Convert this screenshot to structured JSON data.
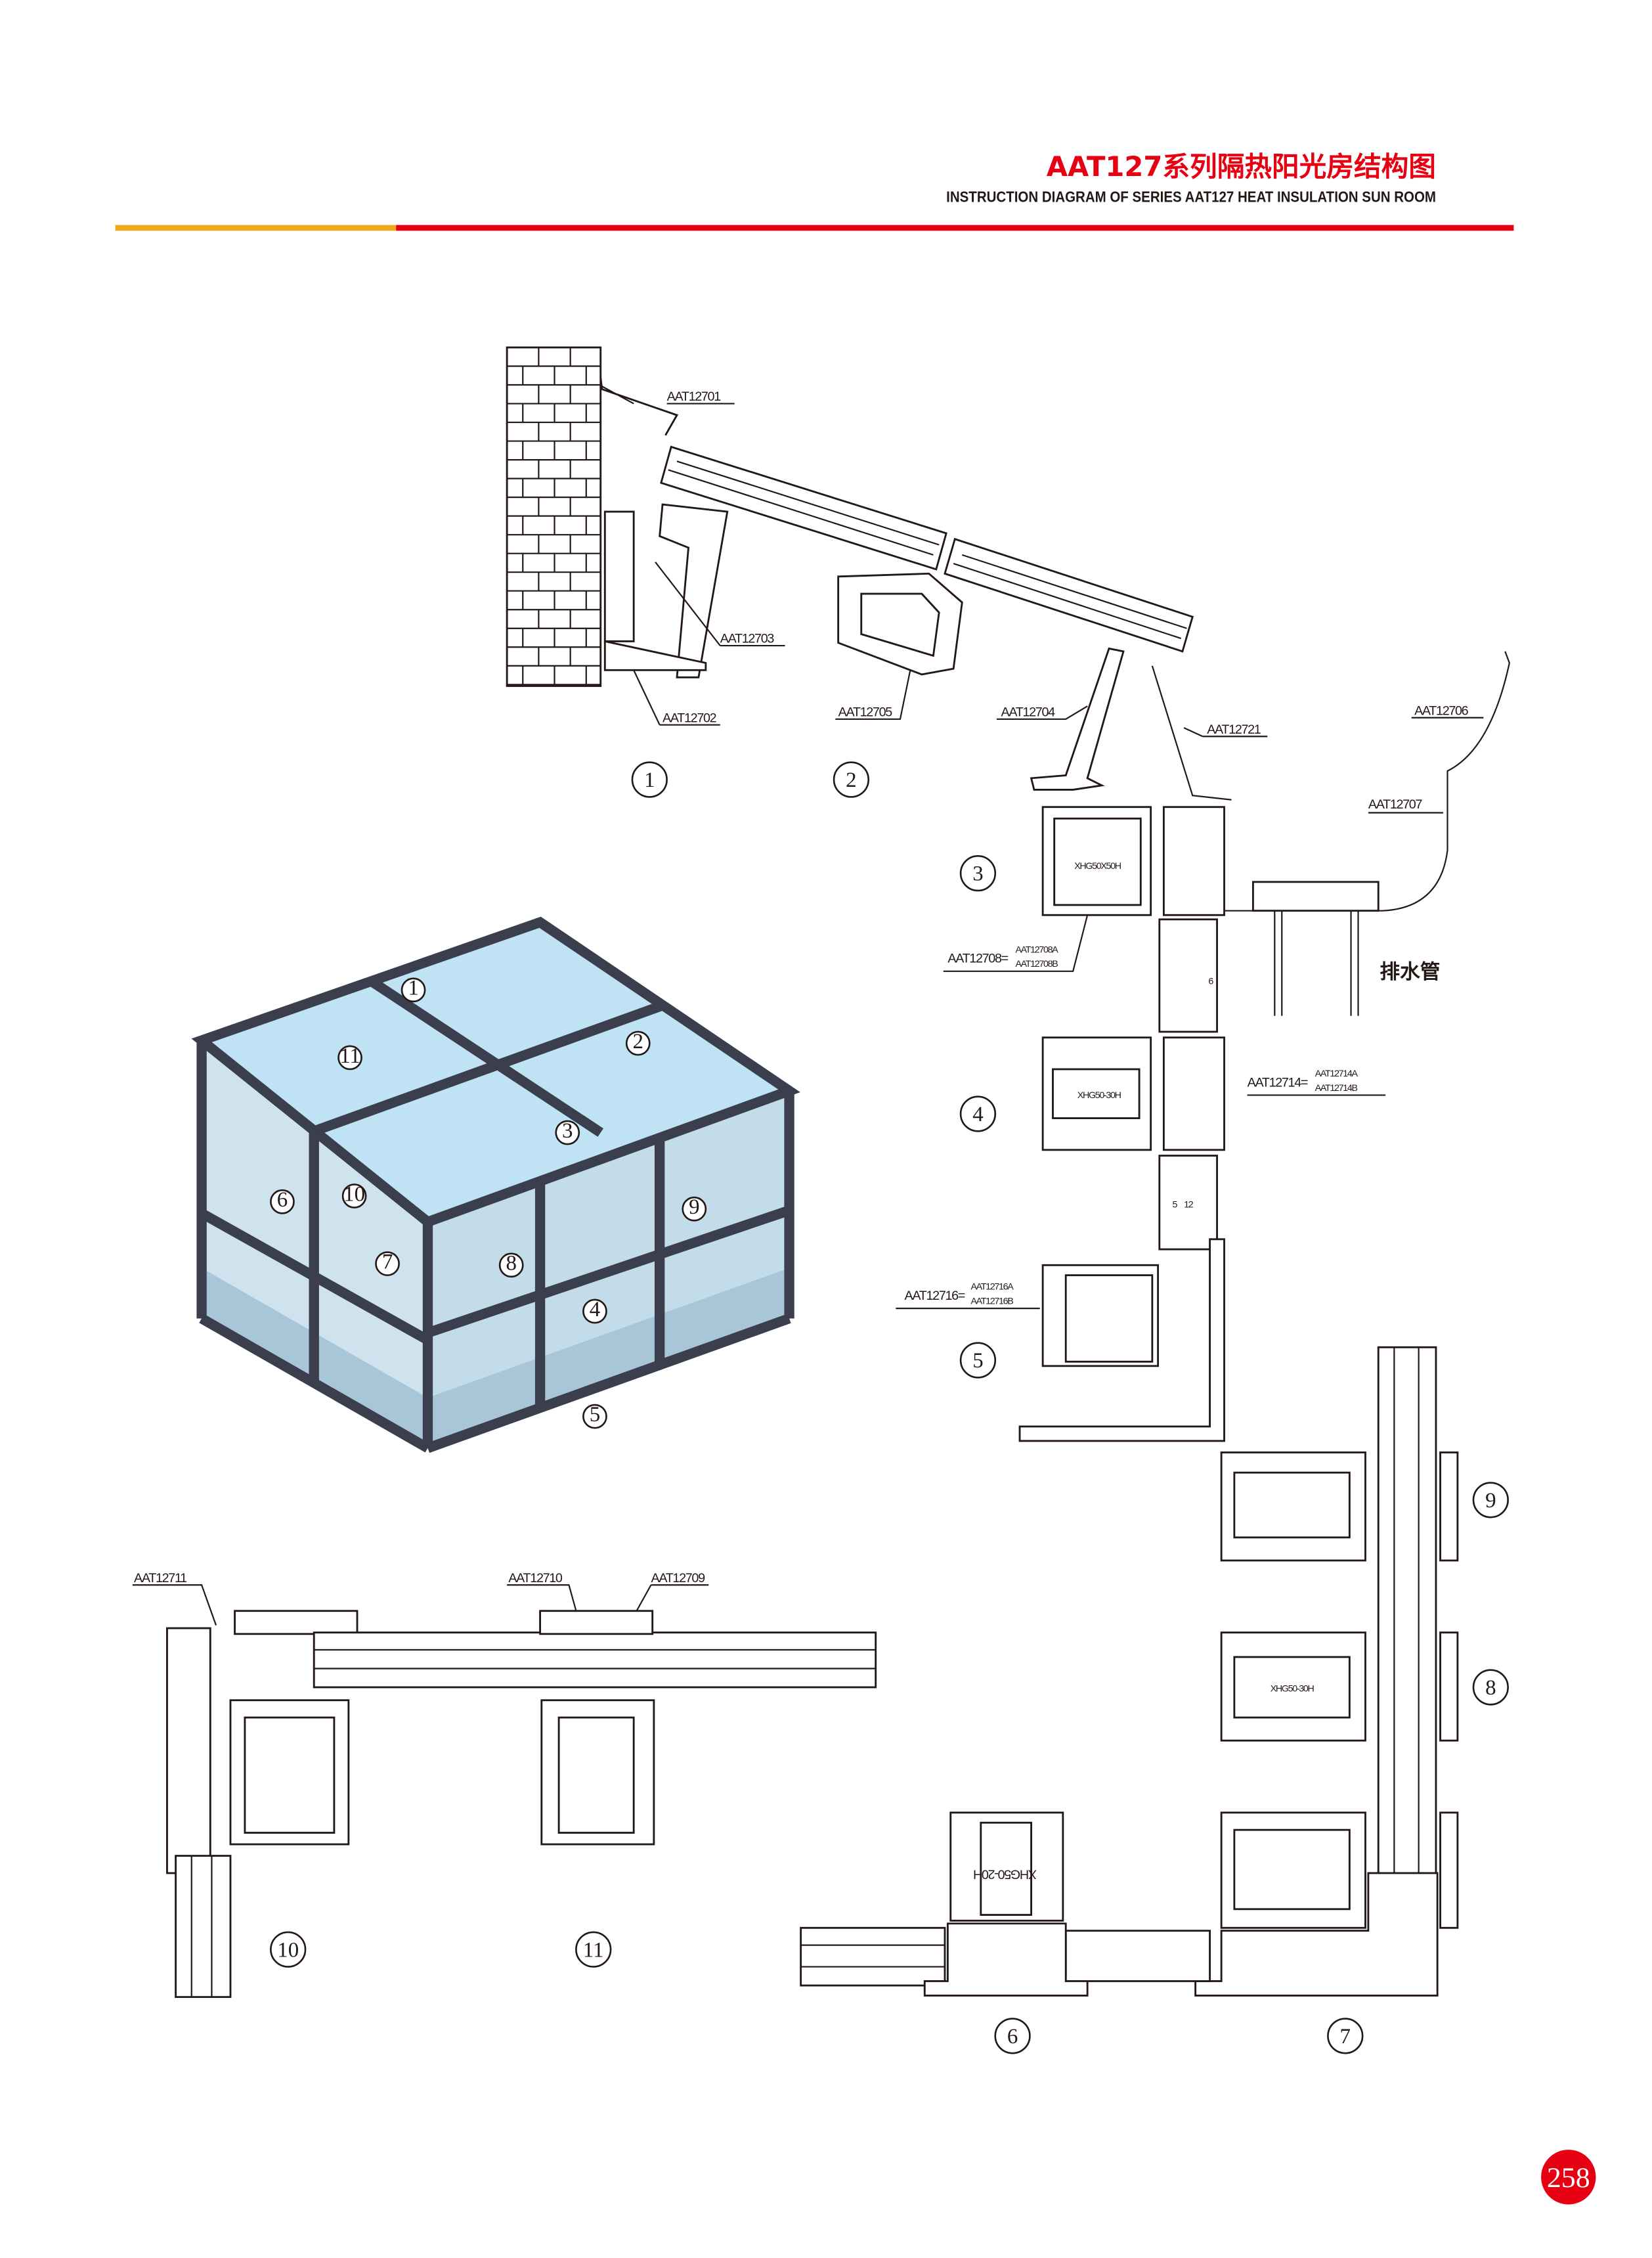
{
  "header": {
    "title_cn": "AAT127系列隔热阳光房结构图",
    "title_en": "INSTRUCTION DIAGRAM OF SERIES AAT127 HEAT INSULATION SUN ROOM"
  },
  "colors": {
    "accent_red": "#e60012",
    "accent_yellow": "#f0a81a",
    "frame": "#3b3f4d",
    "glass": "#bfe3f5"
  },
  "part_labels": {
    "p12701": "AAT12701",
    "p12702": "AAT12702",
    "p12703": "AAT12703",
    "p12704": "AAT12704",
    "p12705": "AAT12705",
    "p12706": "AAT12706",
    "p12707": "AAT12707",
    "p12721": "AAT12721",
    "p12708": "AAT12708=",
    "p12708a": "AAT12708A",
    "p12708b": "AAT12708B",
    "p12714": "AAT12714=",
    "p12714a": "AAT12714A",
    "p12714b": "AAT12714B",
    "p12716": "AAT12716=",
    "p12716a": "AAT12716A",
    "p12716b": "AAT12716B",
    "p12709": "AAT12709",
    "p12710": "AAT12710",
    "p12711": "AAT12711",
    "drain": "排水管"
  },
  "tube_labels": {
    "t1": "XHG50X50H",
    "t2": "XHG50-30H",
    "t3": "XHG50-30H",
    "t4": "XHG50-20H"
  },
  "glass_dims": {
    "d5": "5",
    "d12": "12",
    "d6": "6"
  },
  "section_numbers": [
    "①",
    "②",
    "③",
    "④",
    "⑤",
    "⑥",
    "⑦",
    "⑧",
    "⑨",
    "⑩",
    "⑪"
  ],
  "page_number": "258"
}
